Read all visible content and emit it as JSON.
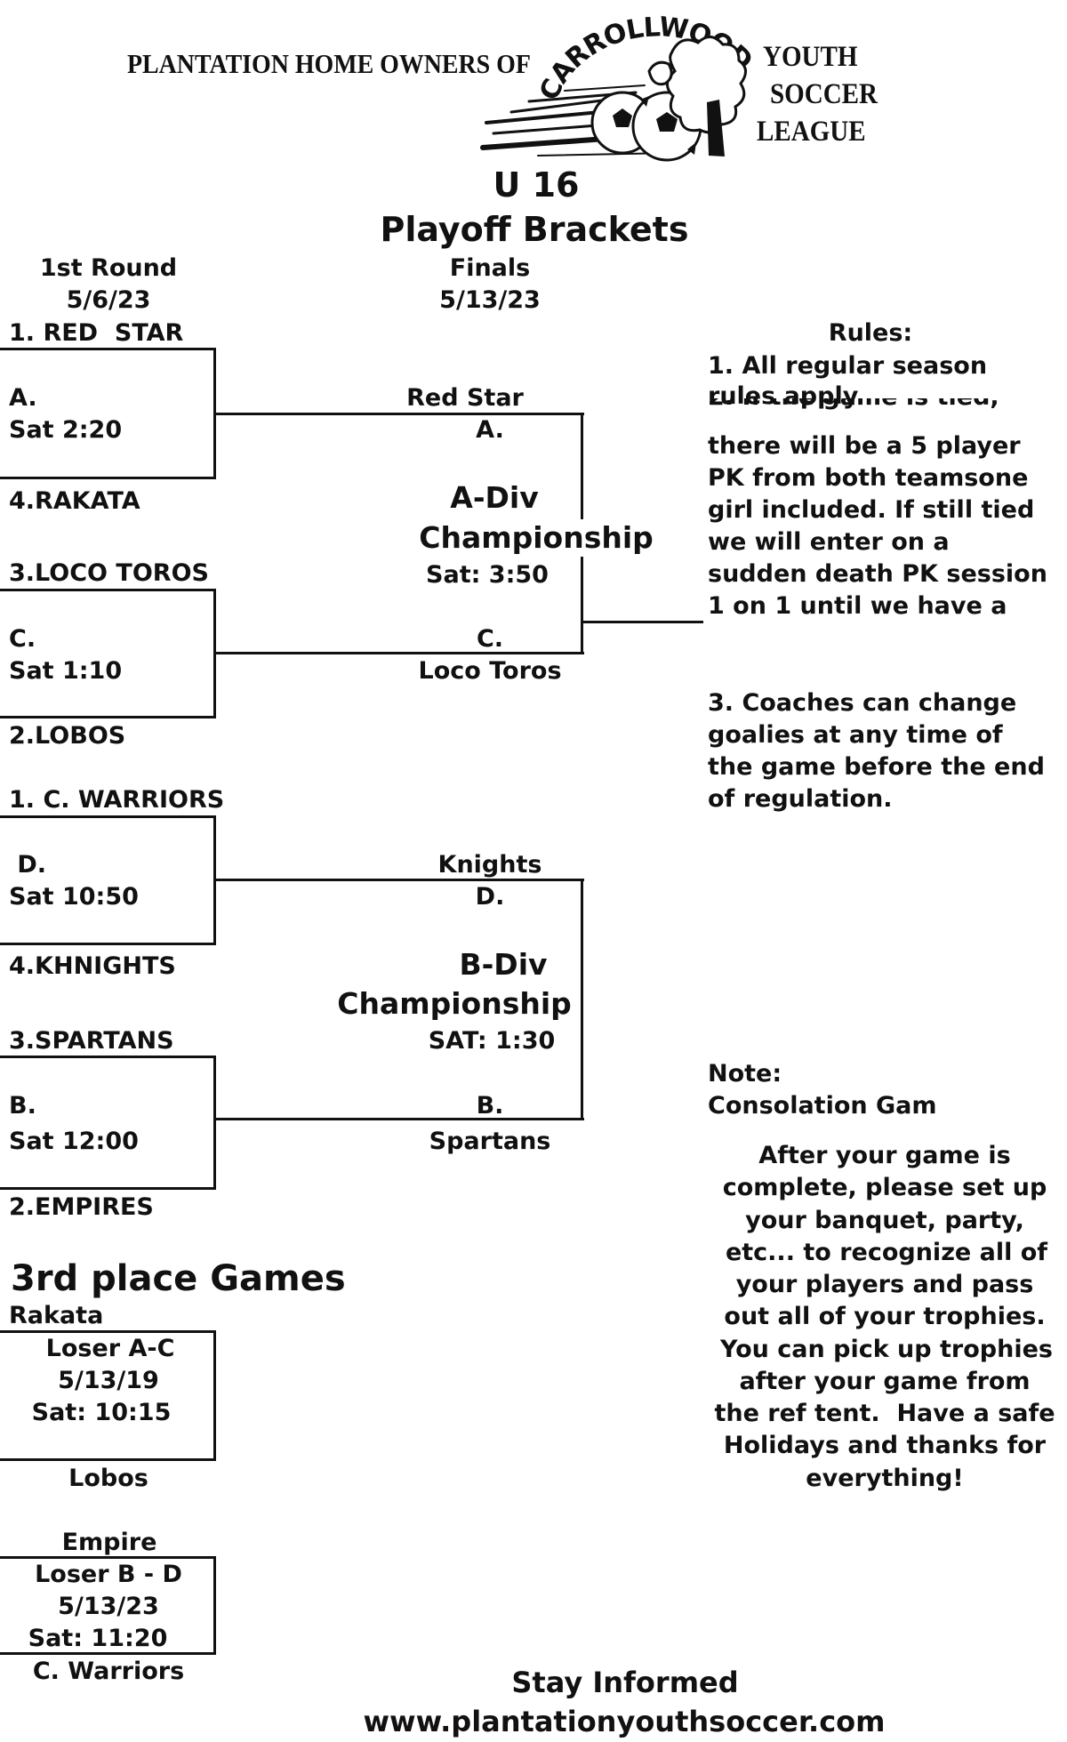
{
  "header": {
    "org_left": "PLANTATION HOME OWNERS OF",
    "logo_arc_text": "CARROLLWOOD",
    "org_right_lines": [
      "YOUTH",
      "SOCCER",
      "LEAGUE"
    ],
    "logo_icon": "soccer-ball-tree-logo"
  },
  "title": {
    "age_group": "U 16",
    "heading": "Playoff Brackets"
  },
  "rounds": {
    "first": {
      "label": "1st Round",
      "date": "5/6/23"
    },
    "finals": {
      "label": "Finals",
      "date": "5/13/23"
    }
  },
  "first_round": [
    {
      "id": "A",
      "top_seed": "1. RED  STAR",
      "game_label": "A.",
      "time": "Sat 2:20",
      "bottom_seed": "4.RAKATA"
    },
    {
      "id": "C",
      "top_seed": "3.LOCO TOROS",
      "game_label": "C.",
      "time": "Sat 1:10",
      "bottom_seed": "2.LOBOS"
    },
    {
      "id": "D",
      "top_seed": "1. C. WARRIORS",
      "game_label": " D.",
      "time": "Sat 10:50",
      "bottom_seed": "4.KHNIGHTS"
    },
    {
      "id": "B",
      "top_seed": "3.SPARTANS",
      "game_label": "B.",
      "time": "Sat 12:00",
      "bottom_seed": "2.EMPIRES"
    }
  ],
  "finals": [
    {
      "division": "A-Div",
      "title": "Championship",
      "time": "Sat: 3:50",
      "top_team": "Red Star",
      "top_label": "A.",
      "bottom_label": "C.",
      "bottom_team": "Loco Toros"
    },
    {
      "division": "B-Div",
      "title": "Championship",
      "time": "SAT: 1:30",
      "top_team": "Knights",
      "top_label": "D.",
      "bottom_label": "B.",
      "bottom_team": "Spartans"
    }
  ],
  "third_place": {
    "heading": "3rd place Games",
    "games": [
      {
        "top_team": "Rakata",
        "label": "Loser A-C",
        "date": "5/13/19",
        "time": "Sat: 10:15",
        "bottom_team": "Lobos"
      },
      {
        "top_team": "Empire",
        "label": "Loser B - D",
        "date": "5/13/23",
        "time": "Sat: 11:20",
        "bottom_team": "C. Warriors"
      }
    ]
  },
  "rules": {
    "heading": "Rules:",
    "rule1": [
      "1. All regular season",
      "rules apply"
    ],
    "rule2_clipped": "2. If the game is tied,",
    "rule2": [
      "there will be a 5 player",
      "PK from both teamsone",
      "girl included. If still tied",
      "we will enter on a",
      "sudden death PK session",
      "1 on 1 until we have a"
    ],
    "rule3": [
      "3. Coaches can change",
      "goalies at any time of",
      "the game before the end",
      "of regulation."
    ]
  },
  "note": {
    "heading": "Note:",
    "subheading": "Consolation Gam",
    "body": [
      "After your game is",
      "complete, please set up",
      "your banquet, party,",
      "etc... to recognize all of",
      "your players and pass",
      "out all of your trophies.",
      "You can pick up trophies",
      "after your game from",
      "the ref tent.  Have a safe",
      "Holidays and thanks for",
      "everything!"
    ]
  },
  "footer": {
    "label": "Stay Informed",
    "url": "www.plantationyouthsoccer.com"
  }
}
